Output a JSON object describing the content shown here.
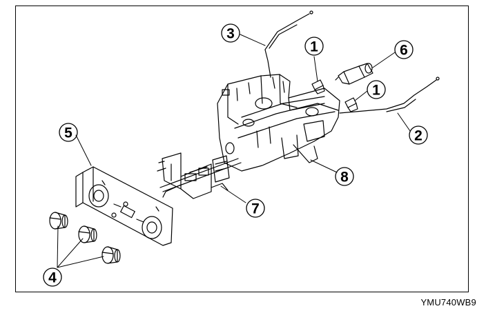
{
  "figure_code": "YMU740WB9",
  "callouts": [
    {
      "id": "c1a",
      "label": "1"
    },
    {
      "id": "c1b",
      "label": "1"
    },
    {
      "id": "c2",
      "label": "2"
    },
    {
      "id": "c3",
      "label": "3"
    },
    {
      "id": "c4",
      "label": "4"
    },
    {
      "id": "c5",
      "label": "5"
    },
    {
      "id": "c6",
      "label": "6"
    },
    {
      "id": "c7",
      "label": "7"
    },
    {
      "id": "c8",
      "label": "8"
    }
  ]
}
